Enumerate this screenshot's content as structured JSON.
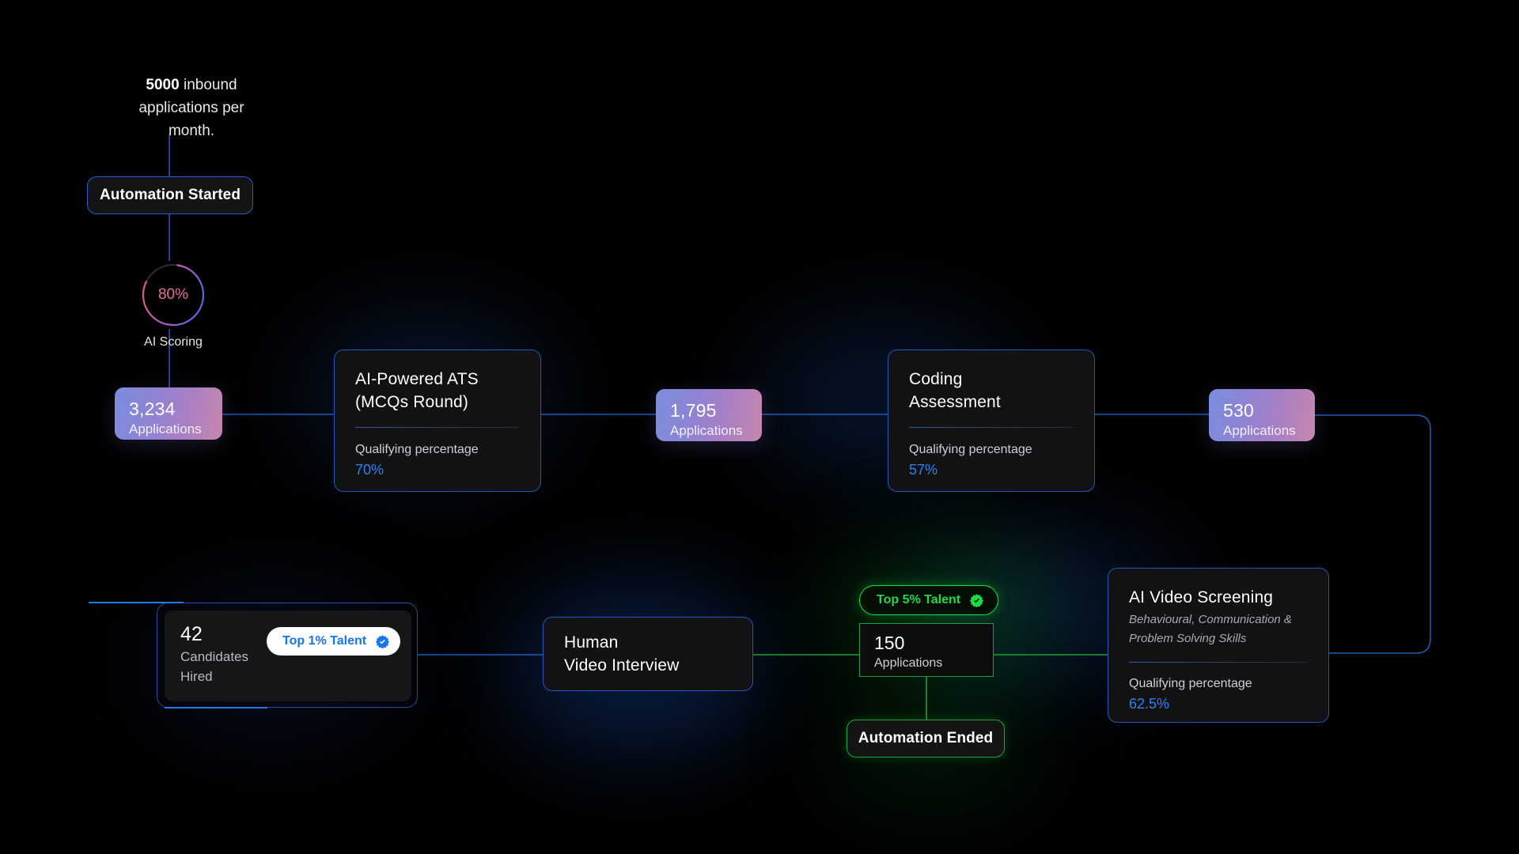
{
  "theme": {
    "background": "#000000",
    "accent_blue": "#2e82f6",
    "wire_blue": "#1e58b8",
    "wire_green": "#1c9e38",
    "badge_green": "#1ddb45",
    "badge_blue": "#1576ed",
    "ring_pink": "#e2719b"
  },
  "intro": {
    "count": "5000",
    "text_rest": " inbound applications per month."
  },
  "flow": {
    "start_label": "Automation Started",
    "end_label": "Automation Ended"
  },
  "ai_scoring": {
    "percent_label": "80%",
    "percent_value": 80,
    "caption": "AI Scoring"
  },
  "application_cards": [
    {
      "id": "card-3234",
      "value": "3,234",
      "label": "Applications"
    },
    {
      "id": "card-1795",
      "value": "1,795",
      "label": "Applications"
    },
    {
      "id": "card-530",
      "value": "530",
      "label": "Applications"
    },
    {
      "id": "card-150",
      "value": "150",
      "label": "Applications"
    }
  ],
  "stages": {
    "ats": {
      "title_line1": "AI-Powered ATS",
      "title_line2": "(MCQs Round)",
      "qual_label": "Qualifying percentage",
      "qual_value": "70%"
    },
    "coding": {
      "title_line1": "Coding",
      "title_line2": "Assessment",
      "qual_label": "Qualifying percentage",
      "qual_value": "57%"
    },
    "video_screening": {
      "title": "AI Video Screening",
      "subtitle_line1": "Behavioural, Communication &",
      "subtitle_line2": "Problem Solving Skills",
      "qual_label": "Qualifying percentage",
      "qual_value": "62.5%"
    },
    "human_interview": {
      "title_line1": "Human",
      "title_line2": "Video Interview"
    }
  },
  "badges": {
    "top5": {
      "label": "Top 5% Talent",
      "icon": "verified-check-icon"
    },
    "top1": {
      "label": "Top 1% Talent",
      "icon": "verified-check-icon"
    }
  },
  "hired": {
    "value": "42",
    "label_line1": "Candidates",
    "label_line2": "Hired"
  },
  "chart_data": {
    "type": "funnel",
    "title": "AI recruitment automation funnel",
    "stages": [
      {
        "name": "Inbound applications per month",
        "value": 5000,
        "qualifying_percentage": null
      },
      {
        "name": "AI Scoring",
        "value": 5000,
        "qualifying_percentage": 80
      },
      {
        "name": "Applications after AI Scoring",
        "value": 3234,
        "qualifying_percentage": null
      },
      {
        "name": "AI-Powered ATS (MCQs Round)",
        "value": 3234,
        "qualifying_percentage": 70
      },
      {
        "name": "Applications after ATS",
        "value": 1795,
        "qualifying_percentage": null
      },
      {
        "name": "Coding Assessment",
        "value": 1795,
        "qualifying_percentage": 57
      },
      {
        "name": "Applications after Coding Assessment",
        "value": 530,
        "qualifying_percentage": null
      },
      {
        "name": "AI Video Screening",
        "value": 530,
        "qualifying_percentage": 62.5
      },
      {
        "name": "Applications after AI Video Screening",
        "value": 150,
        "qualifying_percentage": null
      },
      {
        "name": "Human Video Interview",
        "value": 150,
        "qualifying_percentage": null
      },
      {
        "name": "Candidates Hired",
        "value": 42,
        "qualifying_percentage": null
      }
    ],
    "annotations": [
      "Automation Started",
      "Automation Ended",
      "Top 5% Talent",
      "Top 1% Talent"
    ]
  }
}
